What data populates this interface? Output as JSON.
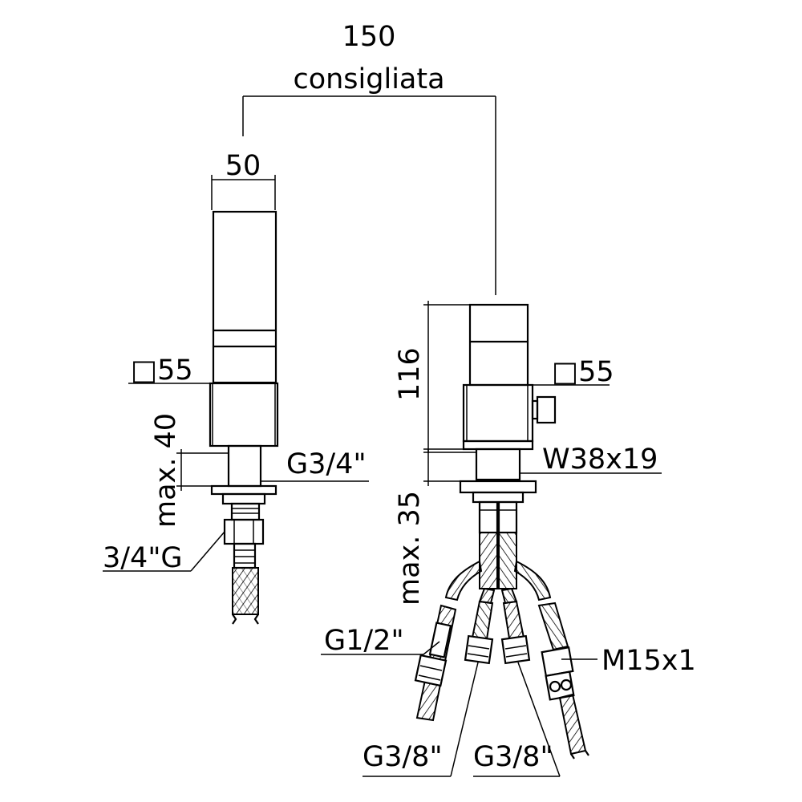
{
  "labels": {
    "dim_150": "150",
    "dim_150_note": "consigliata",
    "dim_50": "50",
    "left_square": "□55",
    "left_max": "max. 40",
    "left_thread": "G3/4\"",
    "left_conn": "3/4\"G",
    "right_height": "116",
    "right_square": "□55",
    "right_nut": "W38x19",
    "right_max": "max. 35",
    "right_hose_left": "G1/2\"",
    "right_hose_right": "M15x1",
    "bottom_left": "G3/8\"",
    "bottom_right": "G3/8\""
  },
  "colors": {
    "line": "#000000",
    "background": "#ffffff"
  }
}
